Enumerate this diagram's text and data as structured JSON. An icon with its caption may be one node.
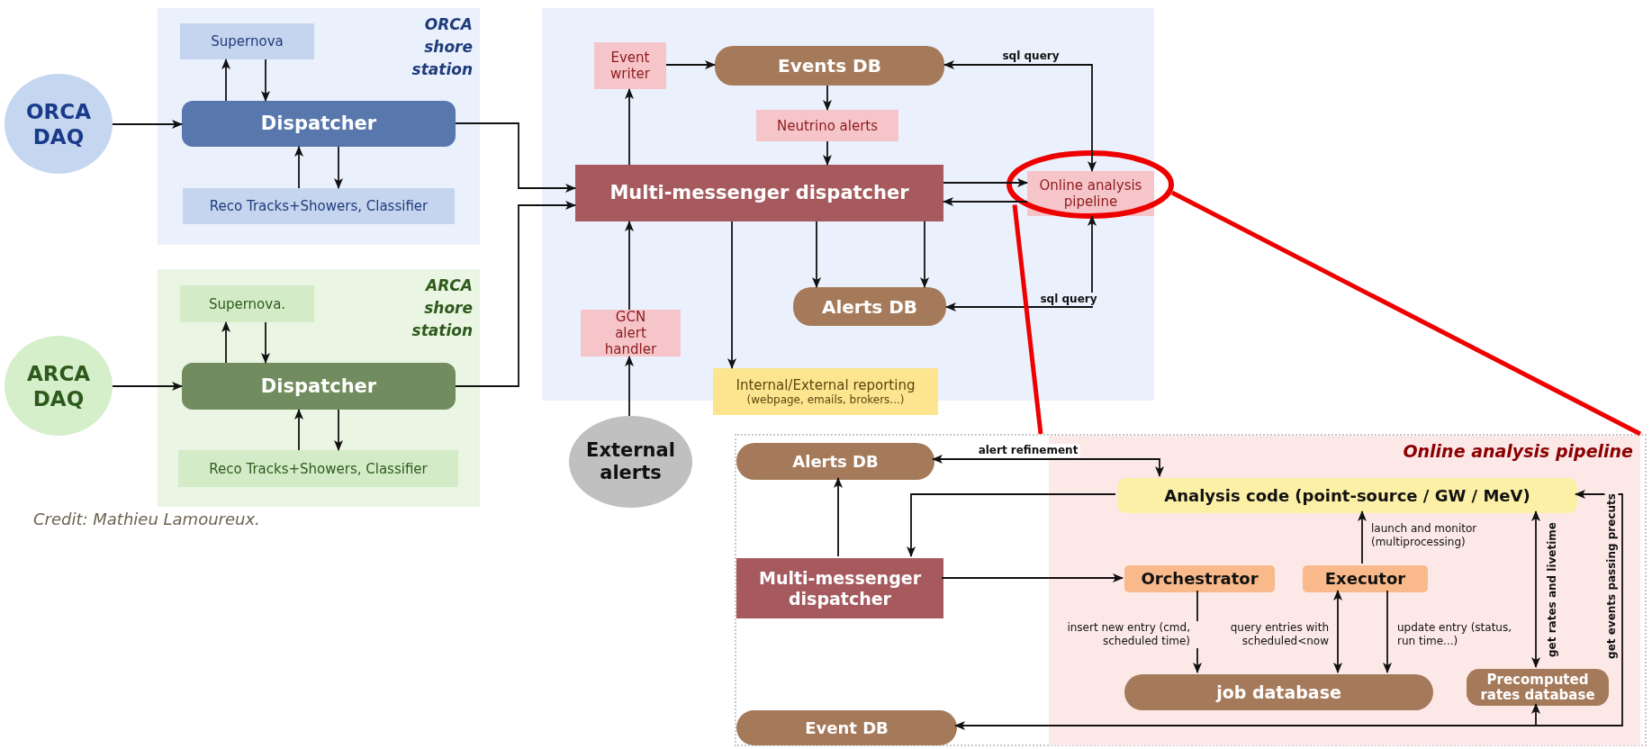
{
  "diagram": {
    "nodes": [
      {
        "text": [
          "ORCA shore station"
        ]
      },
      {
        "text": [
          "Supernova"
        ],
        "in": 0
      },
      {
        "text": [
          "Dispatcher"
        ],
        "in": 0
      },
      {
        "text": [
          "Reco Tracks+Showers, Classifier"
        ],
        "in": 0
      },
      {
        "text": [
          "ORCA DAQ"
        ]
      },
      {
        "text": [
          "ARCA shore station"
        ]
      },
      {
        "text": [
          "Supernova."
        ],
        "in": 5
      },
      {
        "text": [
          "Dispatcher"
        ],
        "in": 5
      },
      {
        "text": [
          "Reco Tracks+Showers, Classifier"
        ],
        "in": 5
      },
      {
        "text": [
          "ARCA DAQ"
        ]
      },
      {
        "text": [],
        "shape": "box"
      },
      {
        "text": [
          "Event writer"
        ],
        "in": 10
      },
      {
        "text": [
          "Events DB"
        ],
        "in": 10
      },
      {
        "text": [
          "Neutrino alerts"
        ],
        "in": 10
      },
      {
        "text": [
          "Multi-messenger dispatcher"
        ],
        "in": 10
      },
      {
        "text": [
          "Online analysis pipeline"
        ],
        "in": 10
      },
      {
        "text": [
          "Alerts DB"
        ],
        "in": 10
      },
      {
        "text": [
          "GCN alert handler"
        ],
        "in": 10
      },
      {
        "text": [
          "Internal/External reporting",
          "(webpage, emails, brokers...)"
        ]
      },
      {
        "text": [
          "External alerts"
        ]
      },
      {
        "text": [],
        "shape": "box"
      },
      {
        "text": [
          "Online analysis pipeline"
        ],
        "in": 20
      },
      {
        "text": [
          "Alerts DB"
        ],
        "in": 20
      },
      {
        "text": [
          "Analysis code (point-source / GW / MeV)"
        ],
        "in": 21
      },
      {
        "text": [
          "Multi-messenger dispatcher"
        ],
        "in": 20
      },
      {
        "text": [
          "Orchestrator"
        ],
        "in": 21
      },
      {
        "text": [
          "Executor"
        ],
        "in": 21
      },
      {
        "text": [
          "job database"
        ],
        "in": 21
      },
      {
        "text": [
          "Precomputed rates database"
        ],
        "in": 21
      },
      {
        "text": [
          "Event DB"
        ],
        "in": 20
      }
    ],
    "edges": [
      {
        "from": 4,
        "to": 2,
        "arrow": "to"
      },
      {
        "from": 2,
        "to": 1,
        "arrow": "to"
      },
      {
        "from": 1,
        "to": 2,
        "arrow": "to"
      },
      {
        "from": 3,
        "to": 2,
        "arrow": "to"
      },
      {
        "from": 2,
        "to": 3,
        "arrow": "to"
      },
      {
        "from": 2,
        "to": 14,
        "arrow": "to"
      },
      {
        "from": 9,
        "to": 7,
        "arrow": "to"
      },
      {
        "from": 7,
        "to": 6,
        "arrow": "to"
      },
      {
        "from": 6,
        "to": 7,
        "arrow": "to"
      },
      {
        "from": 8,
        "to": 7,
        "arrow": "to"
      },
      {
        "from": 7,
        "to": 8,
        "arrow": "to"
      },
      {
        "from": 7,
        "to": 14,
        "arrow": "to"
      },
      {
        "from": 14,
        "to": 11,
        "arrow": "to"
      },
      {
        "from": 11,
        "to": 12,
        "arrow": "to"
      },
      {
        "from": 12,
        "to": 13,
        "arrow": "to"
      },
      {
        "from": 13,
        "to": 14,
        "arrow": "to"
      },
      {
        "from": 14,
        "to": 15,
        "arrow": "to"
      },
      {
        "from": 15,
        "to": 14,
        "arrow": "to"
      },
      {
        "from": 15,
        "to": 12,
        "arrow": "both",
        "label": "sql query"
      },
      {
        "from": 15,
        "to": 16,
        "arrow": "both",
        "label": "sql query"
      },
      {
        "from": 14,
        "to": 16,
        "arrow": "to"
      },
      {
        "from": 14,
        "to": 16,
        "arrow": "to"
      },
      {
        "from": 14,
        "to": 18,
        "arrow": "to"
      },
      {
        "from": 17,
        "to": 14,
        "arrow": "to"
      },
      {
        "from": 19,
        "to": 17,
        "arrow": "to"
      },
      {
        "from": 22,
        "to": 23,
        "arrow": "both",
        "label": "alert refinement"
      },
      {
        "from": 23,
        "to": 24,
        "arrow": "to"
      },
      {
        "from": 24,
        "to": 22,
        "arrow": "to"
      },
      {
        "from": 24,
        "to": 25,
        "arrow": "to"
      },
      {
        "from": 25,
        "to": 27,
        "arrow": "to",
        "label": "insert new entry (cmd, scheduled time)"
      },
      {
        "from": 26,
        "to": 27,
        "arrow": "both",
        "label": "query entries with scheduled<now"
      },
      {
        "from": 26,
        "to": 27,
        "arrow": "to",
        "label": "update entry (status, run time...)"
      },
      {
        "from": 26,
        "to": 23,
        "arrow": "to",
        "label": "launch and monitor (multiprocessing)"
      },
      {
        "from": 28,
        "to": 23,
        "arrow": "both",
        "label": "get rates and livetime"
      },
      {
        "from": 29,
        "to": 23,
        "arrow": "both",
        "label": "get events passing precuts"
      },
      {
        "from": 29,
        "to": 28,
        "arrow": "to"
      },
      {
        "from": 15,
        "to": 20,
        "arrow": "none",
        "style": "thick",
        "color": "#ee0000"
      },
      {
        "from": 15,
        "to": 20,
        "arrow": "none",
        "style": "thick",
        "color": "#ee0000"
      }
    ],
    "labels": [
      "Credit: Mathieu Lamoureux."
    ]
  }
}
